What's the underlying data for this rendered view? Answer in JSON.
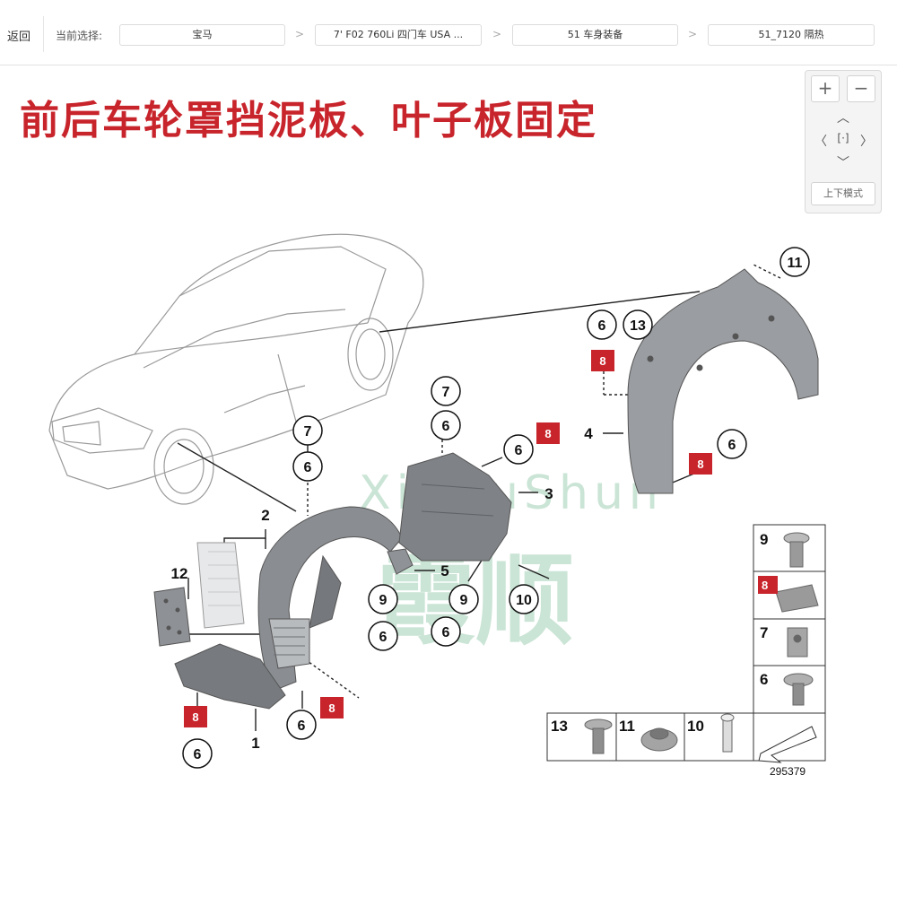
{
  "nav": {
    "back_label": "返回",
    "current_selection_label": "当前选择:",
    "breadcrumbs": [
      "宝马",
      "7' F02 760Li 四门车 USA ...",
      "51 车身装备",
      "51_7120 隔热"
    ],
    "separator": ">"
  },
  "diagram": {
    "title": "前后车轮罩挡泥板、叶子板固定",
    "watermark_latin": "XiaHuShun",
    "watermark_chinese": "霞顺",
    "image_number": "295379",
    "callouts": [
      "1",
      "2",
      "3",
      "4",
      "5",
      "6",
      "7",
      "8",
      "9",
      "10",
      "11",
      "12",
      "13"
    ],
    "legend": [
      "9",
      "8",
      "7",
      "6",
      "13",
      "11",
      "10"
    ]
  },
  "zoom": {
    "zoom_in": "+",
    "zoom_out": "−",
    "up": "︿",
    "down": "﹀",
    "left": "〈",
    "right": "〉",
    "center": "[·]",
    "mode_label": "上下模式"
  },
  "colors": {
    "title": "#c8242b",
    "badge": "#c8242b",
    "part": "#8a8d91"
  }
}
